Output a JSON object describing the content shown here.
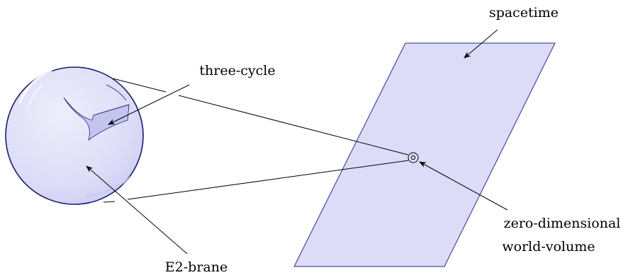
{
  "labels": {
    "spacetime": "spacetime",
    "three_cycle": "three-cycle",
    "zero_dim_line1": "zero-dimensional",
    "zero_dim_line2": "world-volume",
    "e2_brane": "E2-brane"
  },
  "colors": {
    "plane_fill": "#dcdcf8",
    "plane_stroke": "#2a2a8a",
    "sphere_fill": "#dfe0f7",
    "sphere_stroke": "#1a1a6e",
    "patch_fill": "#c2c4ee",
    "line": "#000000"
  }
}
